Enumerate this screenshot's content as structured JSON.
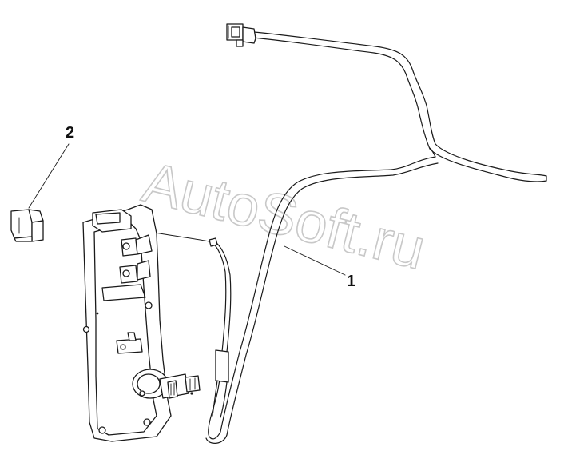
{
  "watermark": "AutoSoft.ru",
  "callouts": [
    {
      "id": "1",
      "label": "1"
    },
    {
      "id": "2",
      "label": "2"
    }
  ]
}
